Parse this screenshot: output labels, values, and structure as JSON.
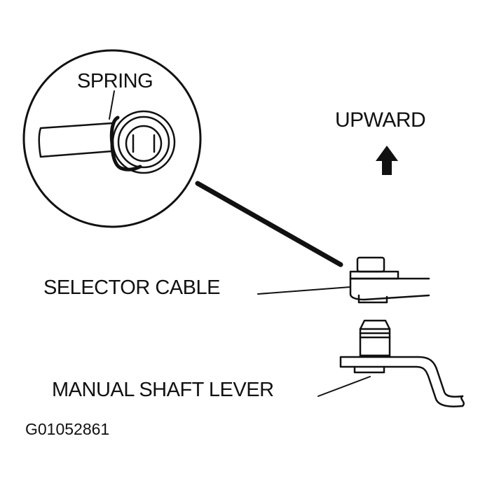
{
  "labels": {
    "spring": "SPRING",
    "upward": "UPWARD",
    "selector_cable": "SELECTOR CABLE",
    "manual_shaft_lever": "MANUAL SHAFT LEVER",
    "figure_code": "G01052861"
  },
  "colors": {
    "ink": "#111111",
    "paper": "#ffffff"
  }
}
